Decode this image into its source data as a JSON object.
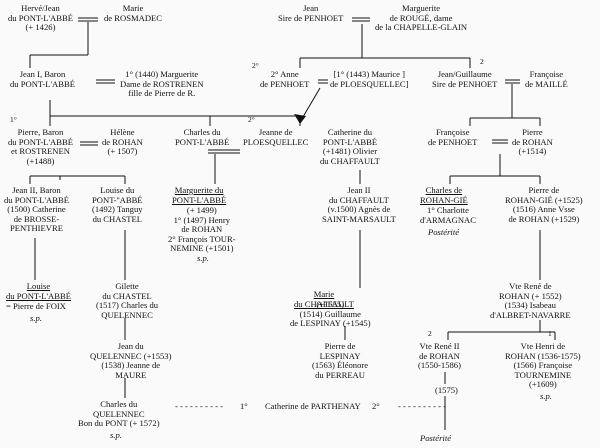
{
  "persons": {
    "herve": "Hervé/Jean\ndu PONT-L'ABBÉ\n(+ 1426)",
    "marie_rosmadec": "Marie\nde ROSMADEC",
    "jean_penhoet": "Jean\nSire de PENHOET",
    "marguerite_rouge": "Marguerite\nde ROUGÉ, dame\nde la CHAPELLE-GLAIN",
    "jean1": "Jean I, Baron\ndu PONT-L'ABBÉ",
    "marguerite_rostrenen": "1° (1440) Marguerite\nDame de ROSTRENEN\nfille de Pierre de R.",
    "anne_penhoet": "2° Anne\nde PENHOET",
    "maurice_ploesquellec": "[1° (1443) Maurice ]\nde PLOESQUELLEC]",
    "jean_guillaume": "Jean/Guillaume\nSire de PENHOET",
    "francoise_maille": "Françoise\nde MAILLÉ",
    "pierre_baron": "Pierre, Baron\ndu PONT-L'ABBÉ\net ROSTRENEN\n(+1488)",
    "helene_rohan": "Hélène\nde ROHAN\n(+ 1507)",
    "charles_pont": "Charles du\nPONT-L'ABBÉ",
    "jeanne_ploesquellec": "Jeanne de\nPLOESQUELLEC",
    "catherine_pont": "Catherine du\nPONT-L'ABBÉ\n(+1481) Olivier\ndu CHAFFAULT",
    "francoise_penhoet": "Françoise\nde PENHOET",
    "pierre_rohan": "Pierre\nde ROHAN\n(+1514)",
    "jean2_pont": "Jean II, Baron\ndu PONT-L'ABBÉ\n(1500) Catherine\nde BROSSE-\nPENTHIEVRE",
    "louise_pont_tanguy": "Louise du\nPONT-''ABBÉ\n(1492) Tanguy\ndu CHASTEL",
    "marguerite_pont_name": "Marguerite du\nPONT-L'ABBÉ",
    "marguerite_pont_text": "(+ 1499)\n1° (1497) Henry\nde ROHAN\n2° François TOUR-\nNEMINE (+1501)",
    "marguerite_pont_sp": "s.p.",
    "jean2_chaffault": "Jean II\ndu CHAFFAULT\n(v.1500) Agnès de\nSAINT-MARSAULT",
    "charles_rohan_gie_name": "Charles de\nROHAN-GIÉ",
    "charles_rohan_gie_text": "1° Charlotte\nd'ARMAGNAC",
    "charles_rohan_gie_post": "Postérité",
    "pierre_rohan_gie": "Pierre de\nROHAN-GIÉ (+1525)\n(1516) Anne Vsse\nde ROHAN (+1529)",
    "louise_pont_name": "Louise\ndu PONT-L'ABBÉ",
    "louise_pont_text": "= Pierre de FOIX",
    "louise_pont_sp": "s.p.",
    "gilette_chastel": "Gilette\ndu CHASTEL\n(1517) Charles du\nQUELENNEC",
    "marie_chaffault_name": "Marie\ndu CHAFFAULT",
    "marie_chaffault_text": "(+1555)\n(1514) Guillaume\nde LESPINAY (+1545)",
    "rene_rohan1": "Vte René de\nROHAN (+ 1552)\n(1534) Isabeau\nd'ALBRET-NAVARRE",
    "jean_quelennec": "Jean du\nQUELENNEC (+1553)\n(1538) Jeanne de\nMAURE",
    "pierre_lespinay": "Pierre de\nLESPINAY\n(1563) Éléonore\ndu PERREAU",
    "rene_rohan2": "Vte René II\nde ROHAN\n(1550-1586)",
    "henri_rohan": "Vte Henri de\nROHAN (1536-1575)\n(1566) Françoise\nTOURNEMINE\n(+1609)",
    "henri_rohan_sp": "s.p.",
    "charles_quelennec": "Charles du\nQUELENNEC\nBon du PONT (+ 1572)",
    "charles_quelennec_sp": "s.p.",
    "catherine_parthenay": "Catherine de PARTHENAY",
    "marriage_1575": "(1575)",
    "posterite_final": "Postérité"
  },
  "markers": {
    "one": "1°",
    "two": "2°",
    "num_one": "1",
    "num_two": "2",
    "dashes": "- - - - - - - - - -"
  }
}
